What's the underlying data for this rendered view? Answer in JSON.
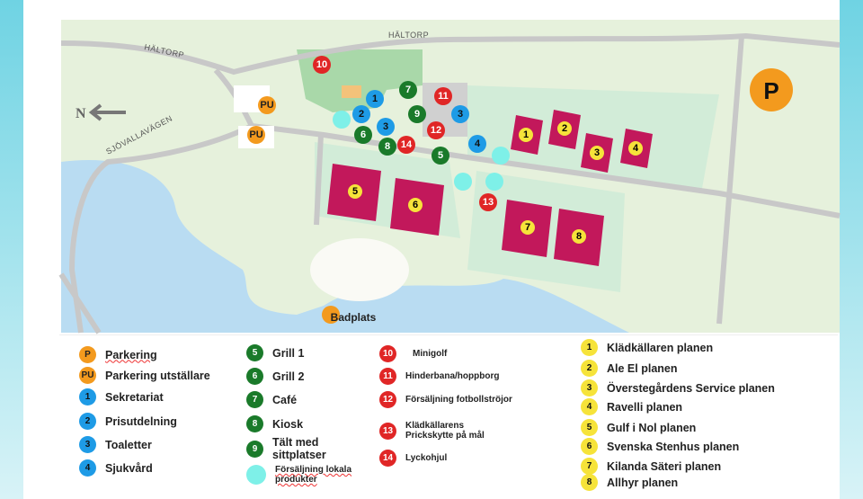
{
  "map": {
    "road_labels": [
      "HÄLTORP",
      "HÄLTORP",
      "SJÖVALLAVÄGEN"
    ],
    "north": "N",
    "parking": "P",
    "pu": "PU",
    "badplats": "Badplats",
    "markers": {
      "m1": "1",
      "m2": "2",
      "m3a": "3",
      "m3b": "3",
      "m4": "4",
      "m5": "5",
      "m6": "6",
      "m7": "7",
      "m8": "8",
      "m9": "9",
      "m10": "10",
      "m11": "11",
      "m12": "12",
      "m13": "13",
      "m14": "14"
    },
    "fields": [
      "1",
      "2",
      "3",
      "4",
      "5",
      "6",
      "7",
      "8"
    ]
  },
  "legend": {
    "col1": [
      {
        "icon": "P",
        "label": "Parkering"
      },
      {
        "icon": "PU",
        "label": "Parkering utställare"
      },
      {
        "icon": "1",
        "label": "Sekretariat"
      },
      {
        "icon": "2",
        "label": "Prisutdelning"
      },
      {
        "icon": "3",
        "label": "Toaletter"
      },
      {
        "icon": "4",
        "label": "Sjukvård"
      }
    ],
    "col2": [
      {
        "icon": "5",
        "label": "Grill 1"
      },
      {
        "icon": "6",
        "label": "Grill 2"
      },
      {
        "icon": "7",
        "label": "Café"
      },
      {
        "icon": "8",
        "label": "Kiosk"
      },
      {
        "icon": "9",
        "label": "Tält med sittplatser"
      },
      {
        "icon": "",
        "label": "Försäljning lokala produkter"
      }
    ],
    "col3": [
      {
        "icon": "10",
        "label": "Minigolf"
      },
      {
        "icon": "11",
        "label": "Hinderbana/hoppborg"
      },
      {
        "icon": "12",
        "label": "Försäljning fotbollströjor"
      },
      {
        "icon": "13",
        "label": "Klädkällarens Prickskytte på mål"
      },
      {
        "icon": "14",
        "label": "Lyckohjul"
      }
    ],
    "col4": [
      {
        "icon": "1",
        "label": "Klädkällaren planen"
      },
      {
        "icon": "2",
        "label": "Ale El planen"
      },
      {
        "icon": "3",
        "label": "Överstegårdens Service planen"
      },
      {
        "icon": "4",
        "label": "Ravelli planen"
      },
      {
        "icon": "5",
        "label": "Gulf i Nol planen"
      },
      {
        "icon": "6",
        "label": "Svenska Stenhus planen"
      },
      {
        "icon": "7",
        "label": "Kilanda Säteri planen"
      },
      {
        "icon": "8",
        "label": "Allhyr planen"
      }
    ]
  },
  "colors": {
    "orange": "#f39a1e",
    "blue": "#1e9be6",
    "green": "#1a7a2a",
    "red": "#e02626",
    "yellow": "#f6e33a",
    "teal": "#7ef0e8",
    "field": "#c2185b"
  }
}
